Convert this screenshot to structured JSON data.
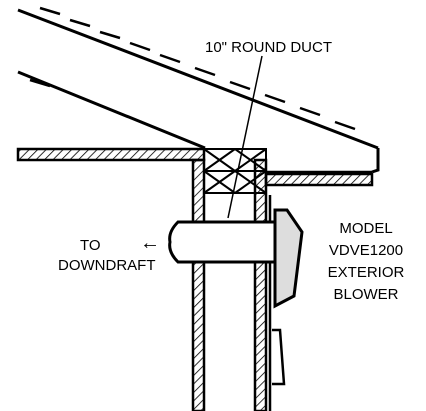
{
  "labels": {
    "duct": "10\" ROUND DUCT",
    "to": "TO",
    "arrow": "←",
    "downdraft": "DOWNDRAFT",
    "blower_lines": [
      "MODEL",
      "VDVE1200",
      "EXTERIOR",
      "BLOWER"
    ]
  },
  "colors": {
    "line": "#000000",
    "blower_fill": "#dddddd",
    "background": "#ffffff"
  }
}
